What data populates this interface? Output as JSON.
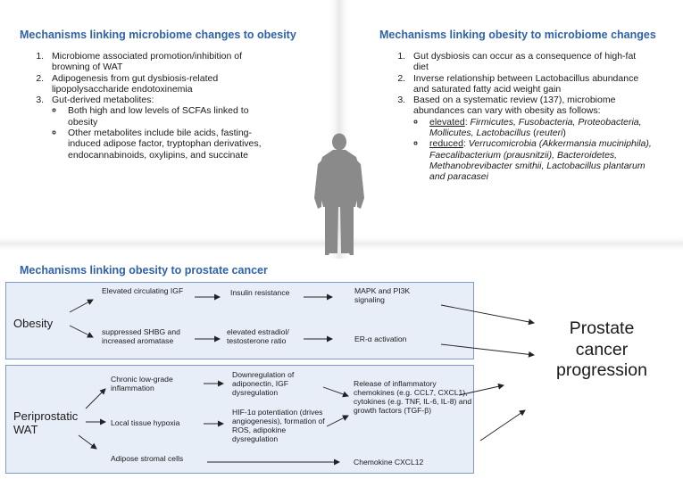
{
  "left_section": {
    "title": "Mechanisms linking microbiome changes to obesity",
    "items": [
      {
        "text": "Microbiome associated promotion/inhibition of browning of WAT"
      },
      {
        "text": "Adipogenesis from gut dysbiosis-related lipopolysaccharide  endotoxinemia"
      },
      {
        "text": "Gut-derived metabolites:",
        "sub": [
          "Both high and low levels of SCFAs linked to obesity",
          "Other metabolites include bile acids, fasting-induced adipose factor, tryptophan derivatives, endocannabinoids, oxylipins, and succinate"
        ]
      }
    ]
  },
  "right_section": {
    "title": "Mechanisms linking obesity to microbiome changes",
    "items": [
      "Gut dysbiosis can occur as a consequence of high-fat diet",
      "Inverse relationship between Lactobacillus abundance and saturated fatty acid weight gain",
      "Based on a systematic review (137), microbiome abundances can vary with obesity as follows:"
    ],
    "elevated_label": "elevated",
    "elevated_list": "Firmicutes, Fusobacteria, Proteobacteria, Mollicutes, Lactobacillus",
    "elevated_extra": "reuteri",
    "reduced_label": "reduced",
    "reduced_list": "Verrucomicrobia (Akkermansia muciniphila), Faecalibacterium (prausnitzii), Bacteroidetes, Methanobrevibacter smithii, Lactobacillus plantarum and paracasei"
  },
  "bottom_section": {
    "title": "Mechanisms linking obesity to prostate cancer",
    "obesity_panel": {
      "label": "Obesity",
      "igf": "Elevated circulating IGF",
      "insulin": "Insulin resistance",
      "mapk": "MAPK and PI3K signaling",
      "shbg": "suppressed SHBG and increased aromatase",
      "estradiol": "elevated estradiol/ testosterone ratio",
      "er": "ER-α activation"
    },
    "wat_panel": {
      "label": "Periprostatic WAT",
      "inflammation": "Chronic low-grade inflammation",
      "downregulation": "Downregulation of adiponectin, IGF dysregulation",
      "release": "Release of inflammatory chemokines (e.g. CCL7, CXCL1), cytokines (e.g. TNF, IL-6, IL-8) and growth factors (TGF-β)",
      "hypoxia": "Local tissue hypoxia",
      "hif": "HIF-1α  potentiation (drives angiogenesis), formation of ROS, adipokine dysregulation",
      "stromal": "Adipose stromal cells",
      "cxcl12": "Chemokine CXCL12"
    },
    "outcome": "Prostate cancer progression"
  },
  "colors": {
    "heading": "#2f62a8",
    "panel_fill": "#e8eef8",
    "panel_border": "#7f9cc9",
    "figure": "#8a8a8a"
  }
}
